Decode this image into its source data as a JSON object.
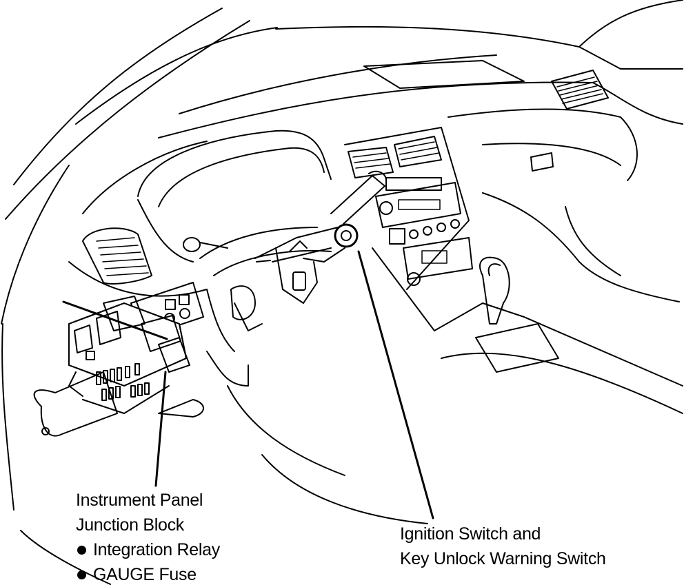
{
  "callouts": {
    "junction_block": {
      "title_line1": "Instrument Panel",
      "title_line2": "Junction Block",
      "bullets": [
        "Integration Relay",
        "GAUGE Fuse"
      ]
    },
    "ignition_switch": {
      "line1": "Ignition Switch and",
      "line2": "Key Unlock Warning Switch"
    }
  }
}
